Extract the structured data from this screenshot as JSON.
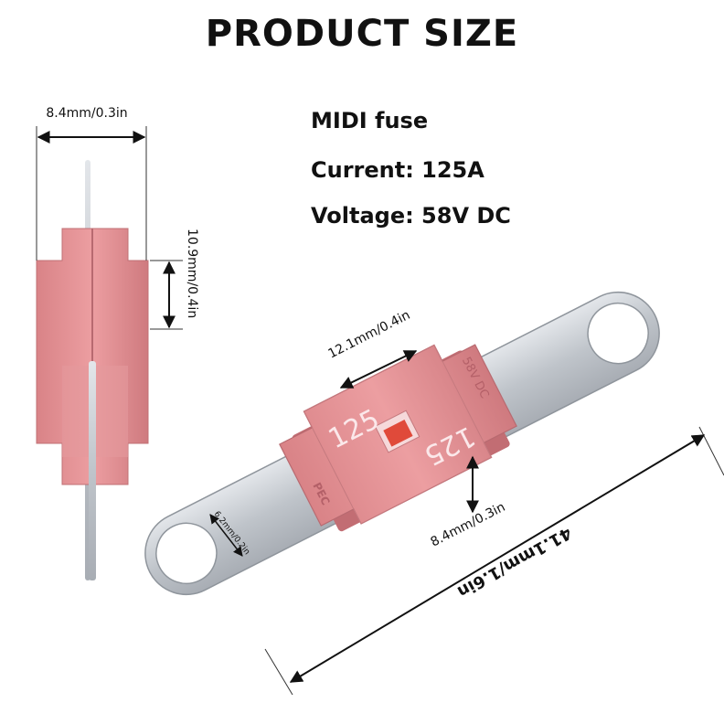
{
  "header": {
    "title": "PRODUCT SIZE"
  },
  "specs": {
    "name": "MIDI fuse",
    "current": "Current: 125A",
    "voltage": "Voltage: 58V DC"
  },
  "dimensions": {
    "side_width": "8.4mm/0.3in",
    "side_height": "10.9mm/0.4in",
    "body_width": "12.1mm/0.4in",
    "body_depth": "8.4mm/0.3in",
    "hole_diameter": "6.2mm/0.2in",
    "total_length": "41.1mm/1.6in"
  },
  "fuse_markings": {
    "rating_top": "125",
    "rating_bottom": "125",
    "voltage_mark": "58V DC",
    "brand": "PEC"
  },
  "colors": {
    "fuse_body": "#e08d90",
    "fuse_body_dark": "#c97176",
    "metal": "#c9cdd2",
    "window": "#e04a3a"
  }
}
